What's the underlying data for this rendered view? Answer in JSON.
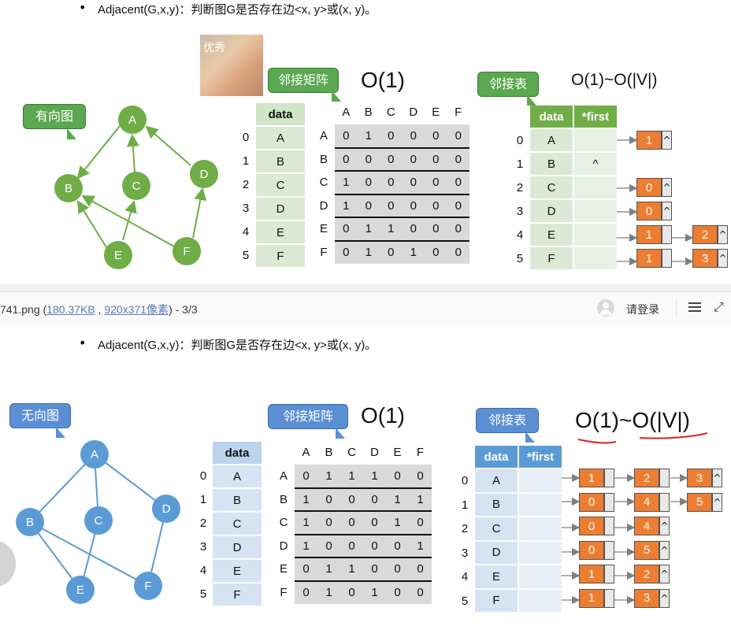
{
  "slide1": {
    "bullet": "Adjacent(G,x,y)：判断图G是否存在边<x, y>或(x, y)。",
    "thumb_text": "优秀",
    "callout_graph": "有向图",
    "callout_matrix": "邻接矩阵",
    "callout_list": "邻接表",
    "matrix_complexity": "O(1)",
    "list_complexity": "O(1)~O(|V|)",
    "node_labels": [
      "A",
      "B",
      "C",
      "D",
      "E",
      "F"
    ],
    "data_header": "data",
    "first_header": "*first",
    "row_indices": [
      "0",
      "1",
      "2",
      "3",
      "4",
      "5"
    ],
    "vertices": [
      "A",
      "B",
      "C",
      "D",
      "E",
      "F"
    ],
    "matrix": [
      [
        "0",
        "1",
        "0",
        "0",
        "0",
        "0"
      ],
      [
        "0",
        "0",
        "0",
        "0",
        "0",
        "0"
      ],
      [
        "1",
        "0",
        "0",
        "0",
        "0",
        "0"
      ],
      [
        "1",
        "0",
        "0",
        "0",
        "0",
        "0"
      ],
      [
        "0",
        "1",
        "1",
        "0",
        "0",
        "0"
      ],
      [
        "0",
        "1",
        "0",
        "1",
        "0",
        "0"
      ]
    ],
    "list_caret": "^",
    "adj_lists": [
      [
        "1"
      ],
      [],
      [
        "0"
      ],
      [
        "0"
      ],
      [
        "1",
        "2"
      ],
      [
        "1",
        "3"
      ]
    ]
  },
  "viewer": {
    "file_name_prefix": "741.png (",
    "file_size": "180.37KB",
    "separator": " , ",
    "dimensions": "920x371像素",
    "page_suffix": ") - 3/3",
    "login_label": "请登录"
  },
  "slide2": {
    "bullet": "Adjacent(G,x,y)：判断图G是否存在边<x, y>或(x, y)。",
    "callout_graph": "无向图",
    "callout_matrix": "邻接矩阵",
    "callout_list": "邻接表",
    "matrix_complexity": "O(1)",
    "list_complexity": "O(1)~O(|V|)",
    "node_labels": [
      "A",
      "B",
      "C",
      "D",
      "E",
      "F"
    ],
    "data_header": "data",
    "first_header": "*first",
    "row_indices": [
      "0",
      "1",
      "2",
      "3",
      "4",
      "5"
    ],
    "vertices": [
      "A",
      "B",
      "C",
      "D",
      "E",
      "F"
    ],
    "matrix": [
      [
        "0",
        "1",
        "1",
        "1",
        "0",
        "0"
      ],
      [
        "1",
        "0",
        "0",
        "0",
        "1",
        "1"
      ],
      [
        "1",
        "0",
        "0",
        "0",
        "1",
        "0"
      ],
      [
        "1",
        "0",
        "0",
        "0",
        "0",
        "1"
      ],
      [
        "0",
        "1",
        "1",
        "0",
        "0",
        "0"
      ],
      [
        "0",
        "1",
        "0",
        "1",
        "0",
        "0"
      ]
    ],
    "list_caret": "^",
    "adj_lists": [
      [
        "1",
        "2",
        "3"
      ],
      [
        "0",
        "4",
        "5"
      ],
      [
        "0",
        "4"
      ],
      [
        "0",
        "5"
      ],
      [
        "1",
        "2"
      ],
      [
        "1",
        "3"
      ]
    ]
  },
  "colors": {
    "green_node": "#70ad47",
    "blue_node": "#5b9bd5",
    "orange_node": "#ed7d31",
    "green_data": "#dbe9d4",
    "blue_data": "#d6e3f3",
    "red_underline": "#e02020"
  }
}
